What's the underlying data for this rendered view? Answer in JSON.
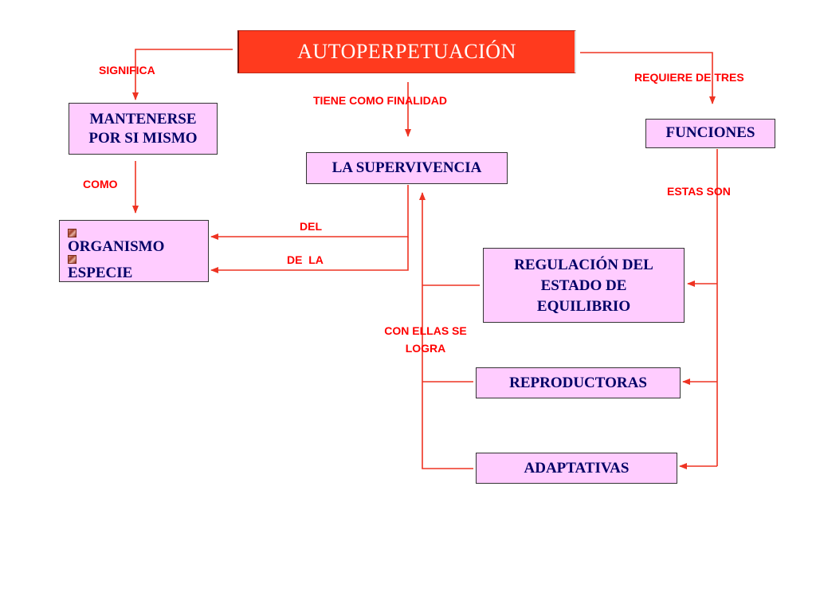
{
  "title": "AUTOPERPETUACIÓN",
  "nodes": {
    "mantenerse": [
      "MANTENERSE",
      "POR SI MISMO"
    ],
    "supervivencia": "LA SUPERVIVENCIA",
    "funciones": "FUNCIONES",
    "organismo_list": [
      "ORGANISMO",
      "ESPECIE"
    ],
    "regulacion": [
      "REGULACIÓN DEL",
      "ESTADO DE",
      "EQUILIBRIO"
    ],
    "reproductoras": "REPRODUCTORAS",
    "adaptativas": "ADAPTATIVAS"
  },
  "labels": {
    "significa": "SIGNIFICA",
    "tiene_finalidad": "TIENE COMO FINALIDAD",
    "requiere_tres": "REQUIERE DE TRES",
    "como": "COMO",
    "estas_son": "ESTAS SON",
    "del": "DEL",
    "de_la": "DE  LA",
    "con_ellas": [
      "CON ELLAS SE",
      "LOGRA"
    ]
  },
  "colors": {
    "title_fill": "#ff3a1e",
    "node_fill": "#ffccff",
    "node_text": "#000066",
    "connector": "#ee3322",
    "label_text": "#ff0000"
  },
  "icons": {
    "list_bullet": "stone-square-bullet-icon"
  }
}
